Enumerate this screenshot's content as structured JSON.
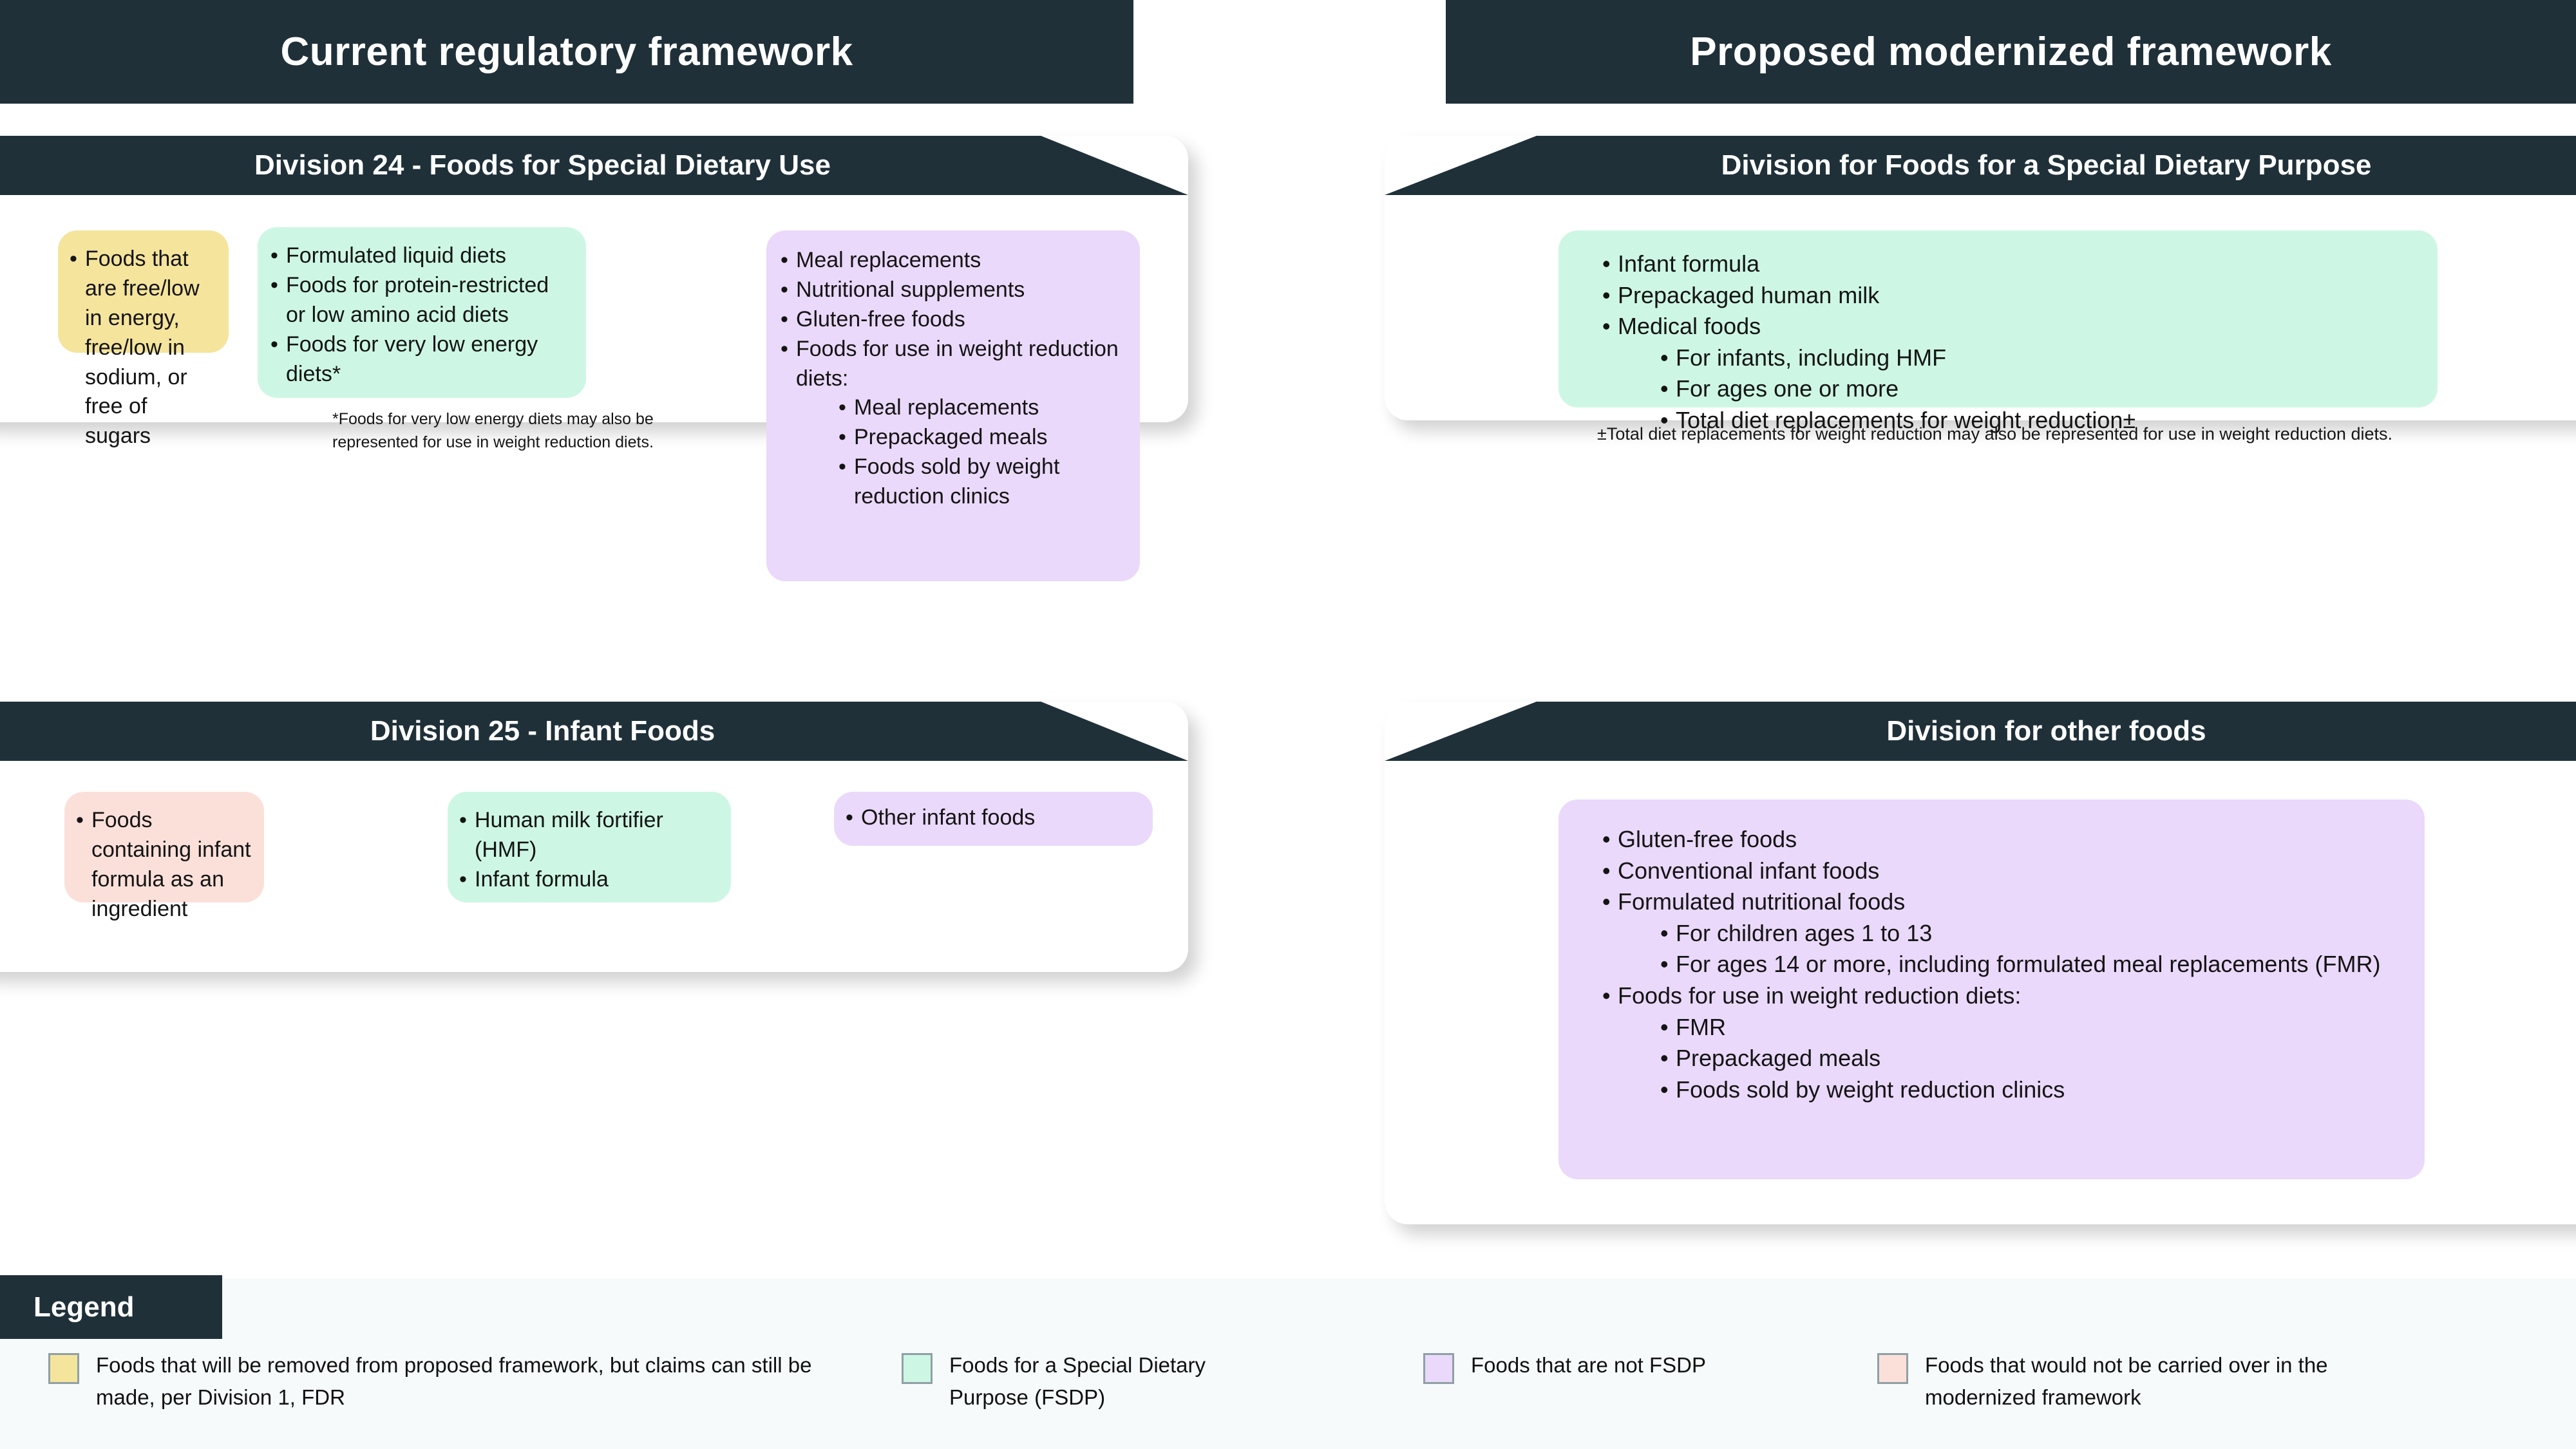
{
  "headers": {
    "left": "Current regulatory framework",
    "right": "Proposed modernized framework"
  },
  "colors": {
    "navy": "#1f3039",
    "yellow": "#f5e49c",
    "mint": "#cdf7e4",
    "purple": "#ead9fa",
    "peach": "#fbe0da",
    "legend_bg": "#f6fafb",
    "swatch_border": "#8fa0a6"
  },
  "left_column": {
    "division24": {
      "title": "Division 24 - Foods for Special Dietary Use",
      "chip_yellow": {
        "color": "yellow",
        "items": [
          "Foods that are free/low in energy, free/low in sodium, or free of sugars"
        ]
      },
      "chip_mint": {
        "color": "mint",
        "items": [
          "Formulated liquid diets",
          "Foods for protein-restricted or low amino acid diets",
          "Foods for very low energy diets*"
        ],
        "footnote": "*Foods for very low energy diets may also be represented for use in weight reduction diets."
      },
      "chip_purple": {
        "color": "purple",
        "items": [
          "Meal replacements",
          "Nutritional supplements",
          "Gluten-free foods",
          "Foods for use in weight reduction diets:"
        ],
        "subitems": [
          "Meal replacements",
          "Prepackaged meals",
          "Foods sold by weight reduction clinics"
        ]
      }
    },
    "division25": {
      "title": "Division 25 - Infant Foods",
      "chip_peach": {
        "color": "peach",
        "items": [
          "Foods containing infant formula as an ingredient"
        ]
      },
      "chip_mint": {
        "color": "mint",
        "items": [
          "Human milk fortifier (HMF)",
          "Infant formula"
        ]
      },
      "chip_purple": {
        "color": "purple",
        "items": [
          "Other infant foods"
        ]
      }
    }
  },
  "right_column": {
    "fsdp": {
      "title": "Division for Foods for a Special Dietary Purpose",
      "chip_mint": {
        "color": "mint",
        "items": [
          "Infant formula",
          "Prepackaged human milk",
          "Medical foods"
        ],
        "subitems": [
          "For infants, including HMF",
          "For ages one or more",
          "Total diet replacements for weight reduction±"
        ]
      },
      "footnote": "±Total diet replacements for weight reduction may also be represented for use in weight reduction diets."
    },
    "other_foods": {
      "title": "Division for other foods",
      "chip_purple": {
        "color": "purple",
        "items_a": [
          "Gluten-free foods",
          "Conventional infant foods",
          "Formulated nutritional foods"
        ],
        "subitems_a": [
          "For children ages 1 to 13",
          "For ages 14 or more, including formulated meal replacements (FMR)"
        ],
        "items_b": [
          "Foods for use in weight reduction diets:"
        ],
        "subitems_b": [
          "FMR",
          "Prepackaged meals",
          "Foods sold by weight reduction clinics"
        ]
      }
    }
  },
  "legend": {
    "title": "Legend",
    "items": [
      {
        "swatch": "#f5e49c",
        "label": "Foods that will be removed from proposed framework, but claims can still be made, per Division 1, FDR"
      },
      {
        "swatch": "#cdf7e4",
        "label": "Foods for a Special Dietary Purpose (FSDP)"
      },
      {
        "swatch": "#ead9fa",
        "label": "Foods that are not FSDP"
      },
      {
        "swatch": "#fbe0da",
        "label": "Foods that would not be carried over in the modernized framework"
      }
    ]
  }
}
